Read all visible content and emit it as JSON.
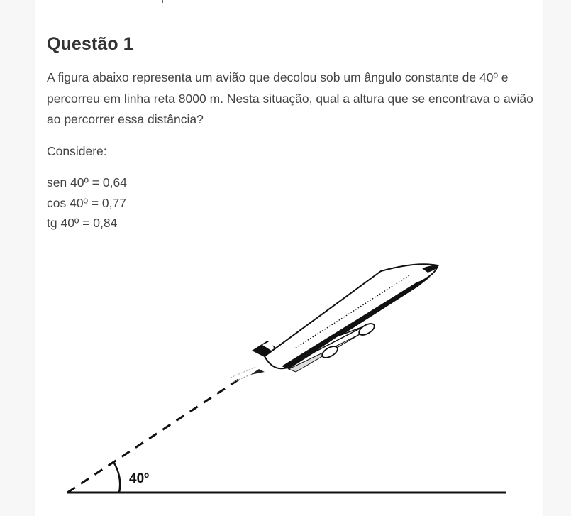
{
  "question": {
    "title": "Questão 1",
    "text": "A figura abaixo representa um avião que decolou sob um ângulo constante de 40º e percorreu em linha reta 8000 m. Nesta situação, qual a altura que se encontrava o avião ao percorrer essa distância?",
    "consider_label": "Considere:",
    "values": [
      "sen 40º = 0,64",
      "cos 40º = 0,77",
      "tg 40º = 0,84"
    ]
  },
  "figure": {
    "angle_label": "40º"
  }
}
